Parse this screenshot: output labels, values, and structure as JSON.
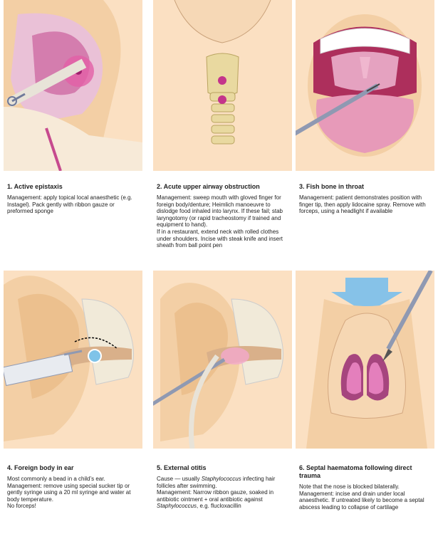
{
  "panels": [
    {
      "title": "1. Active epistaxis",
      "body": [
        "Management: apply topical local anaesthetic (e.g. Instagel). Pack gently with ribbon gauze or preformed sponge"
      ]
    },
    {
      "title": "2. Acute upper airway obstruction",
      "body": [
        "Management: sweep mouth with gloved finger for foreign body/denture; Heimlich manoeuvre to dislodge food inhaled into larynx. If these fail; stab laryngotomy (or rapid tracheostomy if trained and equipment to hand).",
        "If in a restaurant, extend neck with rolled clothes under shoulders. Incise with steak knife and insert sheath from ball point pen"
      ]
    },
    {
      "title": "3. Fish bone in throat",
      "body": [
        "Management: patient demonstrates position with finger tip, then apply lidocaine spray. Remove with forceps, using a headlight if available"
      ]
    },
    {
      "title": "4. Foreign body in ear",
      "body": [
        "Most commonly a bead in a child’s ear.",
        "Management: remove using special sucker tip or gently syringe using a 20 ml syringe and water at body temperature.",
        "No forceps!"
      ]
    },
    {
      "title": "5. External otitis",
      "body_parts": {
        "p1a": "Cause — usually ",
        "p1b": "Staphylococcus",
        "p1c": " infecting hair follicles after swimming.",
        "p2a": "Management: Narrow ribbon gauze, soaked in antibiotic ointment + oral antibiotic against ",
        "p2b": "Staphylococcus",
        "p2c": ", e.g. flucloxacillin"
      }
    },
    {
      "title": "6. Septal haematoma following direct trauma",
      "body": [
        "Note that the nose is blocked bilaterally.",
        "Management: incise and drain under local anaesthetic. If untreated likely to become a septal abscess leading to collapse of cartilage"
      ]
    }
  ],
  "colors": {
    "panel_bg": "#fbe0c2",
    "skin": "#f3cfa5",
    "pink": "#e7a3c4",
    "magenta": "#c4358b",
    "bone": "#f1ead9",
    "cartilage": "#e9d9a0",
    "instrument": "#8f99b2",
    "arrow": "#86c2e8"
  }
}
